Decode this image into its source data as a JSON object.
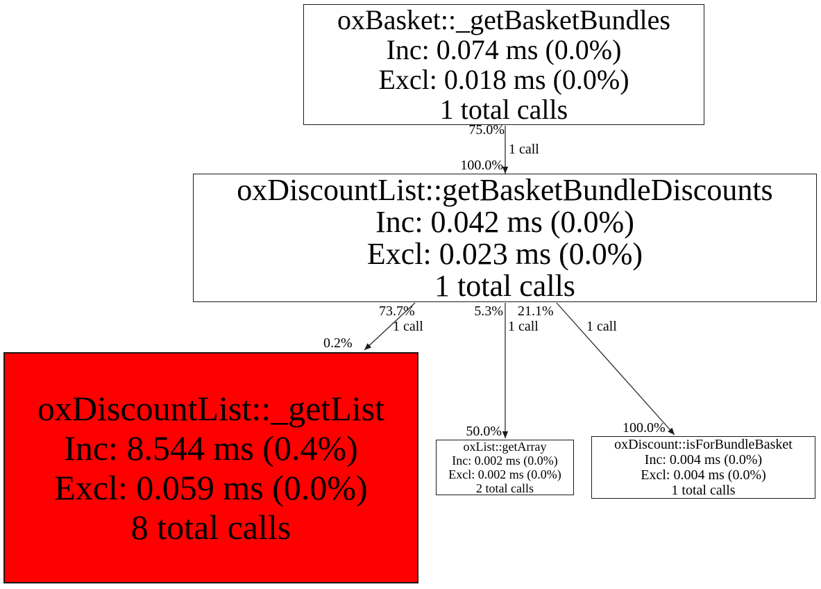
{
  "diagram": {
    "type": "profiler-call-graph",
    "background_color": "#ffffff",
    "node_border_color": "#1a1a1a",
    "edge_color": "#2b2b2b",
    "hot_node_fill": "#ff0000",
    "normal_node_fill": "#ffffff",
    "nodes": [
      {
        "title": "oxBasket::_getBasketBundles",
        "inc": "Inc: 0.074 ms (0.0%)",
        "excl": "Excl: 0.018 ms (0.0%)",
        "calls": "1 total calls",
        "fill": "#ffffff"
      },
      {
        "title": "oxDiscountList::getBasketBundleDiscounts",
        "inc": "Inc: 0.042 ms (0.0%)",
        "excl": "Excl: 0.023 ms (0.0%)",
        "calls": "1 total calls",
        "fill": "#ffffff"
      },
      {
        "title": "oxDiscountList::_getList",
        "inc": "Inc: 8.544 ms (0.4%)",
        "excl": "Excl: 0.059 ms (0.0%)",
        "calls": "8 total calls",
        "fill": "#ff0000"
      },
      {
        "title": "oxList::getArray",
        "inc": "Inc: 0.002 ms (0.0%)",
        "excl": "Excl: 0.002 ms (0.0%)",
        "calls": "2 total calls",
        "fill": "#ffffff"
      },
      {
        "title": "oxDiscount::isForBundleBasket",
        "inc": "Inc: 0.004 ms (0.0%)",
        "excl": "Excl: 0.004 ms (0.0%)",
        "calls": "1 total calls",
        "fill": "#ffffff"
      }
    ],
    "edges": [
      {
        "from": "oxBasket::_getBasketBundles",
        "to": "oxDiscountList::getBasketBundleDiscounts",
        "source_percent": "75.0%",
        "calls_label": "1 call",
        "target_percent": "100.0%"
      },
      {
        "from": "oxDiscountList::getBasketBundleDiscounts",
        "to": "oxDiscountList::_getList",
        "source_percent": "73.7%",
        "calls_label": "1 call",
        "target_percent": "0.2%"
      },
      {
        "from": "oxDiscountList::getBasketBundleDiscounts",
        "to": "oxList::getArray",
        "source_percent": "5.3%",
        "calls_label": "1 call",
        "target_percent": "50.0%"
      },
      {
        "from": "oxDiscountList::getBasketBundleDiscounts",
        "to": "oxDiscount::isForBundleBasket",
        "source_percent": "21.1%",
        "calls_label": "1 call",
        "target_percent": "100.0%"
      }
    ]
  }
}
